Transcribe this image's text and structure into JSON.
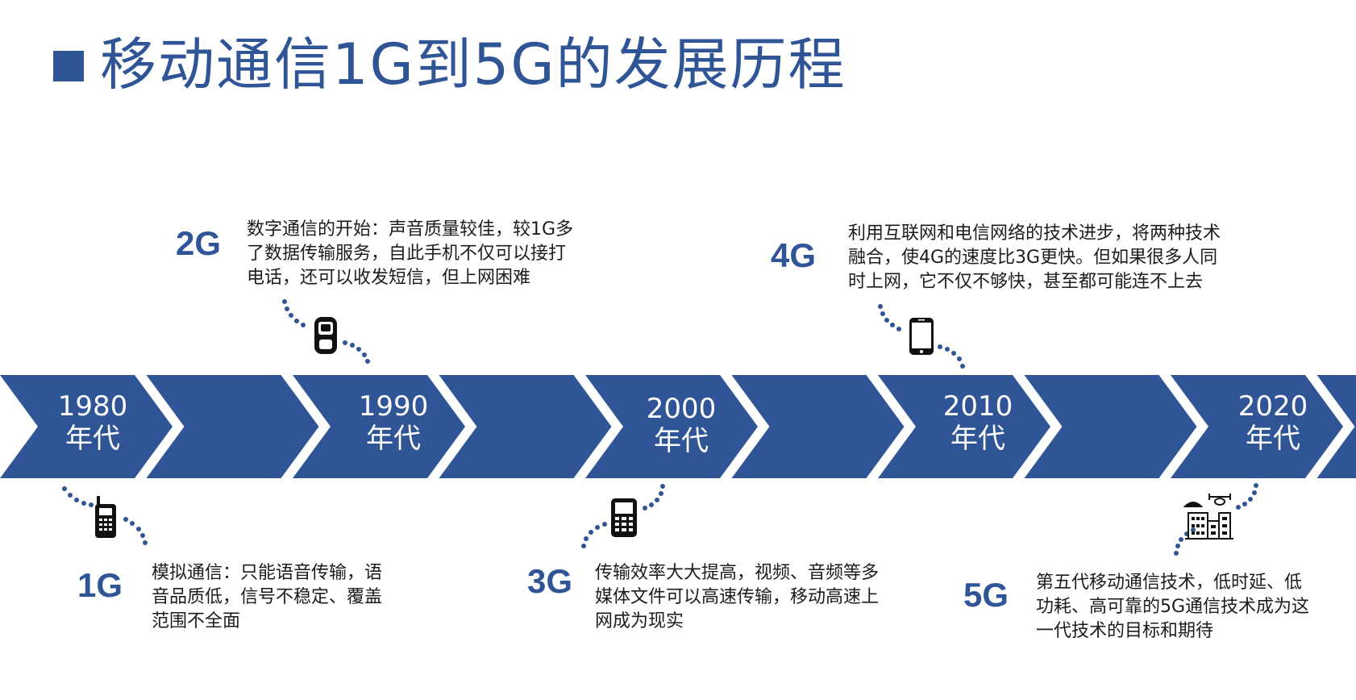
{
  "title": "移动通信1G到5G的发展历程",
  "colors": {
    "accent": "#2f5597",
    "dots": "#2f5597"
  },
  "eras": [
    {
      "year": "1980",
      "suffix": "年代"
    },
    {
      "year": "1990",
      "suffix": "年代"
    },
    {
      "year": "2000",
      "suffix": "年代"
    },
    {
      "year": "2010",
      "suffix": "年代"
    },
    {
      "year": "2020",
      "suffix": "年代"
    }
  ],
  "generations": [
    {
      "label": "1G",
      "icon": "brick-phone-icon",
      "lines": [
        "模拟通信：只能语音传输，语",
        "音品质低，信号不稳定、覆盖",
        "范围不全面"
      ]
    },
    {
      "label": "2G",
      "icon": "flip-phone-icon",
      "lines": [
        "数字通信的开始：声音质量较佳，较1G多",
        "了数据传输服务，自此手机不仅可以接打",
        "电话，还可以收发短信，但上网困难"
      ]
    },
    {
      "label": "3G",
      "icon": "keypad-phone-icon",
      "lines": [
        "传输效率大大提高，视频、音频等多",
        "媒体文件可以高速传输，移动高速上",
        "网成为现实"
      ]
    },
    {
      "label": "4G",
      "icon": "smartphone-icon",
      "lines": [
        "利用互联网和电信网络的技术进步，将两种技术",
        "融合，使4G的速度比3G更快。但如果很多人同",
        "时上网，它不仅不够快，甚至都可能连不上去"
      ]
    },
    {
      "label": "5G",
      "icon": "smart-city-icon",
      "lines": [
        "第五代移动通信技术，低时延、低",
        "功耗、高可靠的5G通信技术成为这",
        "一代技术的目标和期待"
      ]
    }
  ]
}
